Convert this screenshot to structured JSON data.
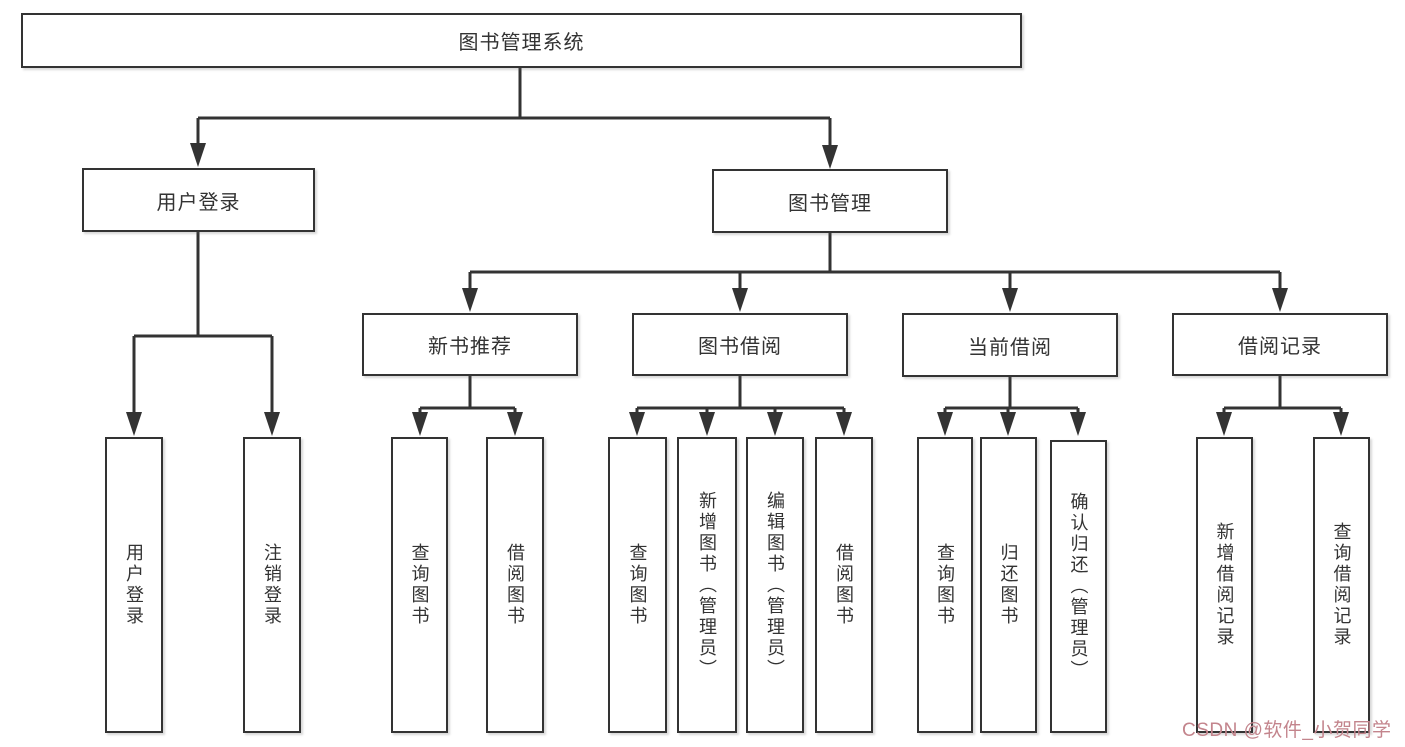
{
  "diagram": {
    "root": {
      "label": "图书管理系统"
    },
    "branches": [
      {
        "label": "用户登录",
        "children": [
          {
            "label": "用户登录"
          },
          {
            "label": "注销登录"
          }
        ]
      },
      {
        "label": "图书管理",
        "groups": [
          {
            "label": "新书推荐",
            "children": [
              {
                "label": "查询图书"
              },
              {
                "label": "借阅图书"
              }
            ]
          },
          {
            "label": "图书借阅",
            "children": [
              {
                "label": "查询图书"
              },
              {
                "label": "新增图书（管理员）"
              },
              {
                "label": "编辑图书（管理员）"
              },
              {
                "label": "借阅图书"
              }
            ]
          },
          {
            "label": "当前借阅",
            "children": [
              {
                "label": "查询图书"
              },
              {
                "label": "归还图书"
              },
              {
                "label": "确认归还（管理员）"
              }
            ]
          },
          {
            "label": "借阅记录",
            "children": [
              {
                "label": "新增借阅记录"
              },
              {
                "label": "查询借阅记录"
              }
            ]
          }
        ]
      }
    ]
  },
  "watermark": {
    "text": "CSDN @软件_小贺同学"
  },
  "colors": {
    "line": "#333333",
    "box_border": "#333333",
    "text": "#333333",
    "watermark": "#c3848c",
    "background": "#ffffff"
  }
}
